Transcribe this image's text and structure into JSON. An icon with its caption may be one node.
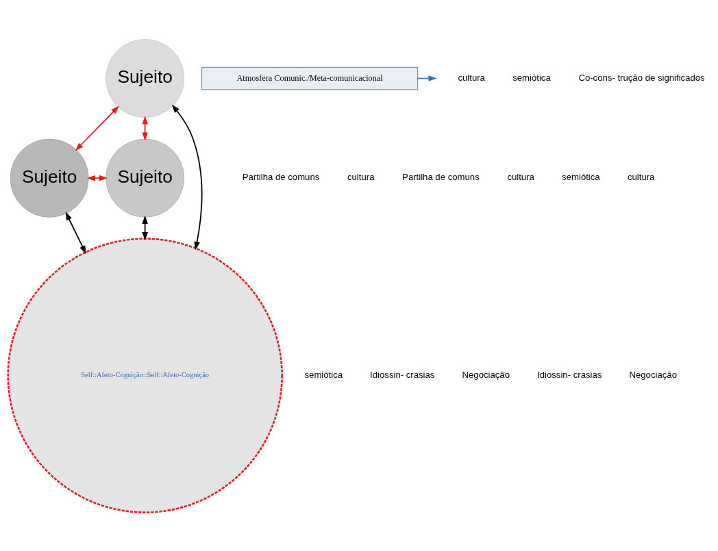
{
  "diagram": {
    "nodes": [
      {
        "text": [
          "Sujeito"
        ]
      },
      {
        "text": [
          "Sujeito"
        ]
      },
      {
        "text": [
          "Sujeito"
        ]
      },
      {
        "text": [
          "Self::Afeto-Cognição::Self::Afeto-Cognição"
        ]
      },
      {
        "text": [
          "Atmosfera Comunic./Meta-comunicacional"
        ]
      }
    ],
    "edges": [
      {
        "from": 3,
        "to": 0,
        "arrow": "both",
        "color": "#000000"
      },
      {
        "from": 1,
        "to": 3,
        "arrow": "both",
        "color": "#000000"
      },
      {
        "from": 3,
        "to": 2,
        "arrow": "both",
        "color": "#000000"
      },
      {
        "from": 0,
        "to": 1,
        "arrow": "both",
        "color": "#e02020"
      },
      {
        "from": 0,
        "to": 2,
        "arrow": "both",
        "color": "#e02020"
      },
      {
        "from": 1,
        "to": 2,
        "arrow": "both",
        "color": "#e02020"
      },
      {
        "from": 4,
        "to": null,
        "arrow": "to",
        "color": "#2e75b6"
      }
    ],
    "labels": [
      "cultura",
      "semiótica",
      "Co-cons- trução de significados",
      "semiótica",
      "Idiossin- crasias",
      "Negociação",
      "Idiossin- crasias",
      "Negociação",
      "Partilha de comuns",
      "cultura",
      "Partilha de comuns",
      "cultura",
      "semiótica",
      "cultura"
    ]
  }
}
